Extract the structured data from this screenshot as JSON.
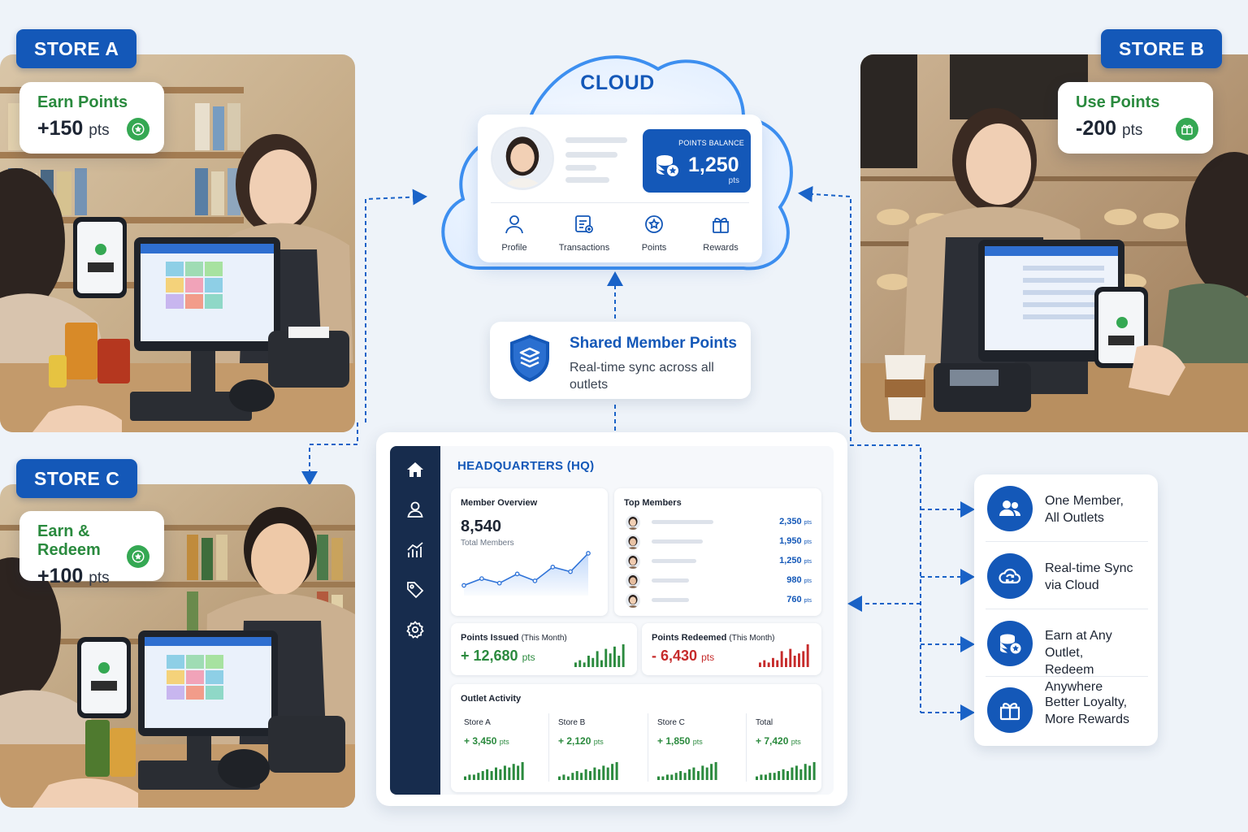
{
  "cloud": {
    "title": "CLOUD"
  },
  "member_card": {
    "balance_label": "POINTS BALANCE",
    "balance_value": "1,250",
    "balance_unit": "pts",
    "nav": [
      {
        "label": "Profile",
        "icon": "person-icon"
      },
      {
        "label": "Transactions",
        "icon": "receipt-icon"
      },
      {
        "label": "Points",
        "icon": "star-coin-icon"
      },
      {
        "label": "Rewards",
        "icon": "gift-icon"
      }
    ]
  },
  "shared": {
    "title": "Shared Member Points",
    "subtitle": "Real-time sync across all outlets"
  },
  "stores": [
    {
      "tag": "STORE A",
      "card_title": "Earn Points",
      "points": "+150",
      "unit": "pts",
      "icon": "star-badge-icon"
    },
    {
      "tag": "STORE B",
      "card_title": "Use Points",
      "points": "-200",
      "unit": "pts",
      "icon": "gift-badge-icon"
    },
    {
      "tag": "STORE C",
      "card_title": "Earn & Redeem",
      "points": "+100",
      "unit": "pts",
      "icon": "star-badge-icon"
    }
  ],
  "hq": {
    "title": "HEADQUARTERS (HQ)",
    "sidebar_icons": [
      "home-icon",
      "user-icon",
      "analytics-icon",
      "tag-icon",
      "settings-icon"
    ],
    "member_overview": {
      "title": "Member Overview",
      "value": "8,540",
      "sub": "Total Members",
      "trend": [
        3,
        6,
        4,
        8,
        5,
        11,
        9,
        17
      ]
    },
    "top_members": {
      "title": "Top Members",
      "unit": "pts",
      "rows": [
        {
          "points": "2,350",
          "share": 1.0
        },
        {
          "points": "1,950",
          "share": 0.83
        },
        {
          "points": "1,250",
          "share": 0.73
        },
        {
          "points": "980",
          "share": 0.6
        },
        {
          "points": "760",
          "share": 0.6
        }
      ]
    },
    "points_issued": {
      "title": "Points Issued",
      "note": "(This Month)",
      "value": "+ 12,680",
      "unit": "pts",
      "bars": [
        2,
        3,
        2,
        5,
        4,
        7,
        3,
        8,
        6,
        9,
        5,
        10
      ]
    },
    "points_redeemed": {
      "title": "Points Redeemed",
      "note": "(This Month)",
      "value": "- 6,430",
      "unit": "pts",
      "bars": [
        2,
        3,
        2,
        4,
        3,
        7,
        4,
        8,
        5,
        6,
        7,
        10
      ]
    },
    "outlet_activity": {
      "title": "Outlet Activity",
      "unit": "pts",
      "outlets": [
        {
          "name": "Store A",
          "value": "+ 3,450",
          "bars": [
            2,
            3,
            3,
            4,
            5,
            6,
            5,
            7,
            6,
            8,
            7,
            9,
            8,
            10
          ]
        },
        {
          "name": "Store B",
          "value": "+ 2,120",
          "bars": [
            2,
            3,
            2,
            4,
            5,
            4,
            6,
            5,
            7,
            6,
            8,
            7,
            9,
            10
          ]
        },
        {
          "name": "Store C",
          "value": "+ 1,850",
          "bars": [
            2,
            2,
            3,
            3,
            4,
            5,
            4,
            6,
            7,
            5,
            8,
            7,
            9,
            10
          ]
        },
        {
          "name": "Total",
          "value": "+ 7,420",
          "bars": [
            2,
            3,
            3,
            4,
            4,
            5,
            6,
            5,
            7,
            8,
            6,
            9,
            8,
            10
          ]
        }
      ]
    }
  },
  "benefits": [
    {
      "line1": "One Member,",
      "line2": "All Outlets",
      "icon": "users-icon"
    },
    {
      "line1": "Real-time Sync",
      "line2": "via Cloud",
      "icon": "cloud-sync-icon"
    },
    {
      "line1": "Earn at Any Outlet,",
      "line2": "Redeem Anywhere",
      "icon": "coins-star-icon"
    },
    {
      "line1": "Better Loyalty,",
      "line2": "More Rewards",
      "icon": "gift-icon"
    }
  ],
  "colors": {
    "brand": "#1458b8",
    "earn": "#2b8a3e",
    "redeem": "#c62b2b",
    "sidebar": "#172c4d"
  }
}
